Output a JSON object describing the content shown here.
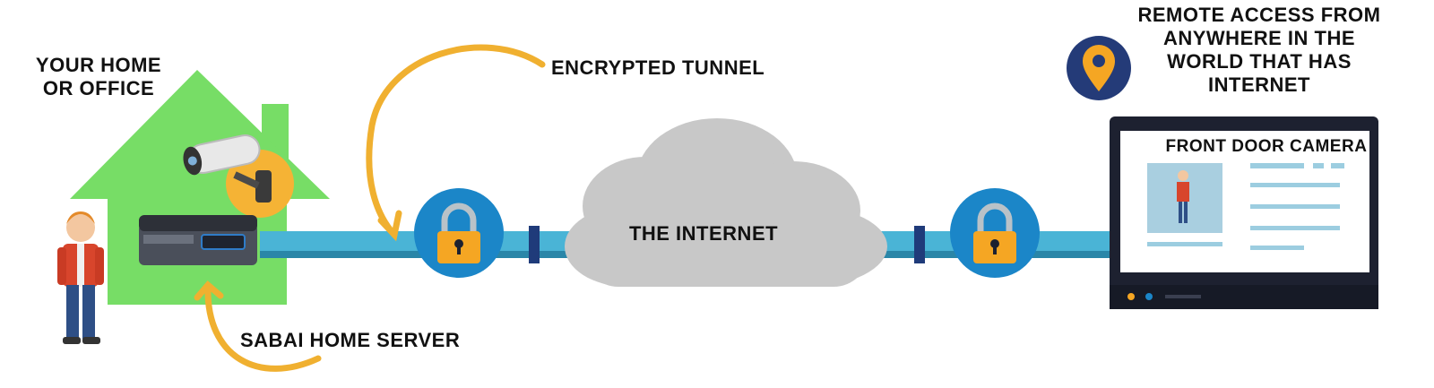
{
  "labels": {
    "home": "YOUR HOME\nOR OFFICE",
    "tunnel": "ENCRYPTED TUNNEL",
    "internet": "THE INTERNET",
    "server": "SABAI HOME SERVER",
    "remote": "REMOTE ACCESS FROM\nANYWHERE IN THE\nWORLD THAT HAS\nINTERNET",
    "camera": "FRONT DOOR CAMERA"
  },
  "colors": {
    "house": "#77dd66",
    "tunnel": "#4ab4d6",
    "tunnel_dark": "#2a86a8",
    "lock_circle": "#1b86c8",
    "lock_body": "#f5a623",
    "arrow": "#f0b030",
    "cloud": "#c8c8c8",
    "pin_circle": "#243b78",
    "pin": "#f5a623",
    "laptop": "#1d2130"
  },
  "icons": [
    "lock-icon",
    "location-pin-icon",
    "security-camera-icon",
    "person-icon",
    "mini-pc-icon",
    "cloud-icon",
    "laptop-icon"
  ]
}
